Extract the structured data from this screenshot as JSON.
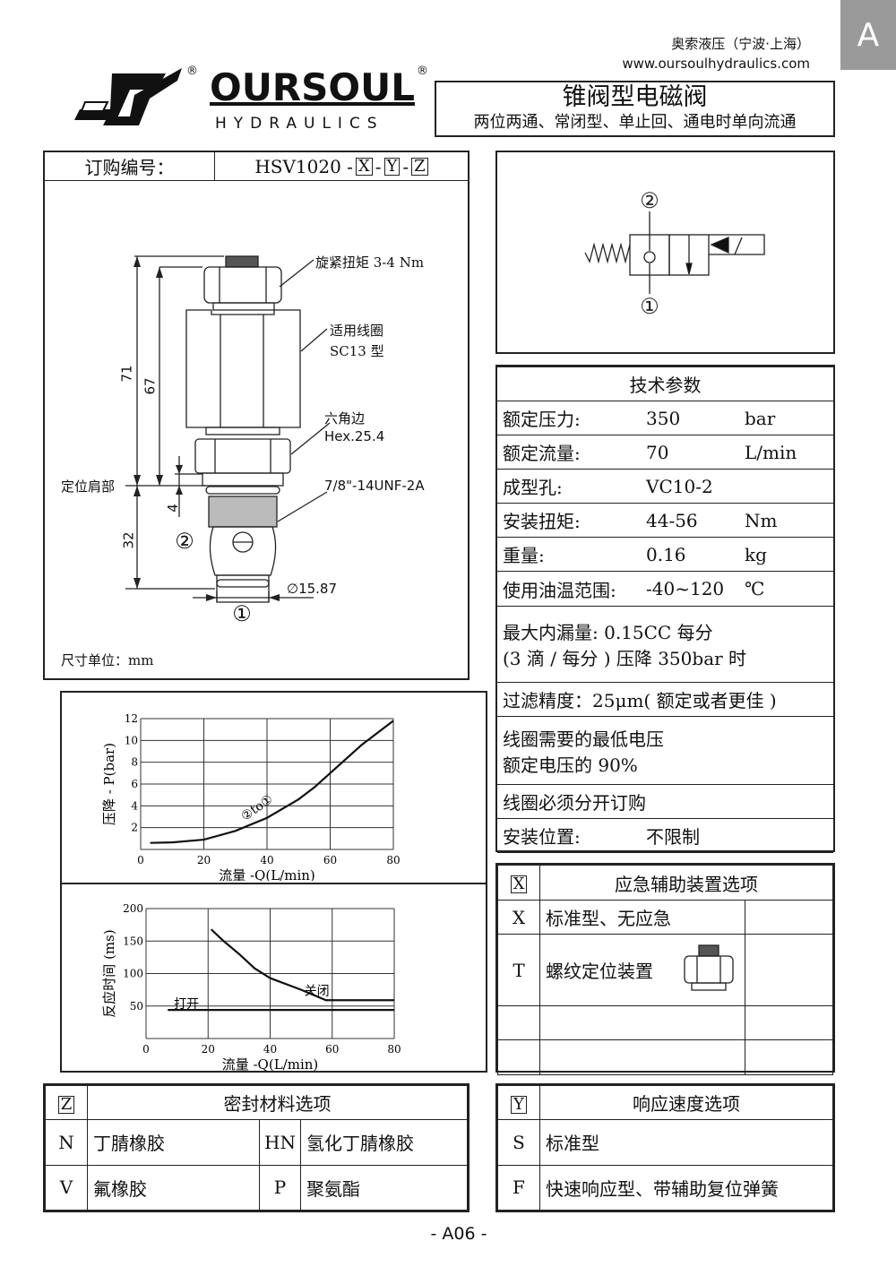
{
  "section_tab": "A",
  "company": {
    "name_cn": "奥索液压（宁波·上海）",
    "website": "www.oursoulhydraulics.com"
  },
  "logo": {
    "brand": "OURSOUL",
    "sub": "HYDRAULICS",
    "reg": "®"
  },
  "title": {
    "main": "锥阀型电磁阀",
    "sub": "两位两通、常闭型、单止回、通电时单向流通"
  },
  "order": {
    "label": "订购编号：",
    "code_prefix": "HSV1020 -",
    "x": "X",
    "y": "Y",
    "z": "Z",
    "dash": "-",
    "annotations": {
      "torque": "旋紧扭矩 3-4 Nm",
      "coil1": "适用线圈",
      "coil2": "SC13 型",
      "hex1": "六角边",
      "hex2": "Hex.25.4",
      "thread": "7/8\"-14UNF-2A",
      "shoulder": "定位肩部",
      "dim71": "71",
      "dim67": "67",
      "dim4": "4",
      "dim32": "32",
      "dia": "∅15.87",
      "port2": "②",
      "port1": "①",
      "unit": "尺寸单位：mm"
    }
  },
  "symbol": {
    "port2": "②",
    "port1": "①"
  },
  "tech": {
    "header": "技术参数",
    "rows": [
      {
        "label": "额定压力:",
        "value": "350",
        "unit": "bar"
      },
      {
        "label": "额定流量:",
        "value": "70",
        "unit": "L/min"
      },
      {
        "label": "成型孔:",
        "value": "VC10-2",
        "unit": ""
      },
      {
        "label": "安装扭矩:",
        "value": "44-56",
        "unit": "Nm"
      },
      {
        "label": "重量:",
        "value": "0.16",
        "unit": "kg"
      },
      {
        "label": "使用油温范围:",
        "value": "-40~120",
        "unit": "℃"
      }
    ],
    "leak1": "最大内漏量:  0.15CC 每分",
    "leak2": "(3 滴 / 每分 ) 压降 350bar 时",
    "filter": "过滤精度：25μm( 额定或者更佳 )",
    "coil1": "线圈需要的最低电压",
    "coil2": "额定电压的 90%",
    "coil_order": "线圈必须分开订购",
    "mount_label": "安装位置:",
    "mount_value": "不限制"
  },
  "option_x": {
    "code": "X",
    "header": "应急辅助装置选项",
    "rows": [
      {
        "code": "X",
        "desc": "标准型、无应急"
      },
      {
        "code": "T",
        "desc": "螺纹定位装置"
      }
    ]
  },
  "option_z": {
    "code": "Z",
    "header": "密封材料选项",
    "rows": [
      {
        "code": "N",
        "desc": "丁腈橡胶",
        "code2": "HN",
        "desc2": "氢化丁腈橡胶"
      },
      {
        "code": "V",
        "desc": "氟橡胶",
        "code2": "P",
        "desc2": "聚氨酯"
      }
    ]
  },
  "option_y": {
    "code": "Y",
    "header": "响应速度选项",
    "rows": [
      {
        "code": "S",
        "desc": "标准型"
      },
      {
        "code": "F",
        "desc": "快速响应型、带辅助复位弹簧"
      }
    ]
  },
  "chart_data": [
    {
      "type": "line",
      "title": "",
      "xlabel": "流量 -Q(L/min)",
      "ylabel": "压降 -  P(bar)",
      "xlim": [
        0,
        80
      ],
      "ylim": [
        0,
        12
      ],
      "xticks": [
        0,
        20,
        40,
        60,
        80
      ],
      "yticks": [
        2,
        4,
        6,
        8,
        10,
        12
      ],
      "grid": true,
      "series": [
        {
          "name": "②to①",
          "x": [
            3,
            10,
            20,
            30,
            40,
            50,
            55,
            60,
            70,
            80
          ],
          "y": [
            0.6,
            0.65,
            0.9,
            1.7,
            2.9,
            4.6,
            5.7,
            7.0,
            9.6,
            11.8
          ]
        }
      ],
      "annotations": [
        "②to①"
      ]
    },
    {
      "type": "line",
      "title": "",
      "xlabel": "流量 -Q(L/min)",
      "ylabel": "反应时间 (ms)",
      "xlim": [
        0,
        80
      ],
      "ylim": [
        0,
        200
      ],
      "xticks": [
        0,
        20,
        40,
        60,
        80
      ],
      "yticks": [
        50,
        100,
        150,
        200
      ],
      "grid": true,
      "series": [
        {
          "name": "关闭",
          "x": [
            21,
            25,
            30,
            35,
            40,
            50,
            58,
            80
          ],
          "y": [
            168,
            150,
            130,
            108,
            93,
            75,
            59,
            59
          ]
        },
        {
          "name": "打开",
          "x": [
            7,
            80
          ],
          "y": [
            44,
            44
          ]
        }
      ]
    }
  ],
  "footer": {
    "page": "- A06 -"
  }
}
